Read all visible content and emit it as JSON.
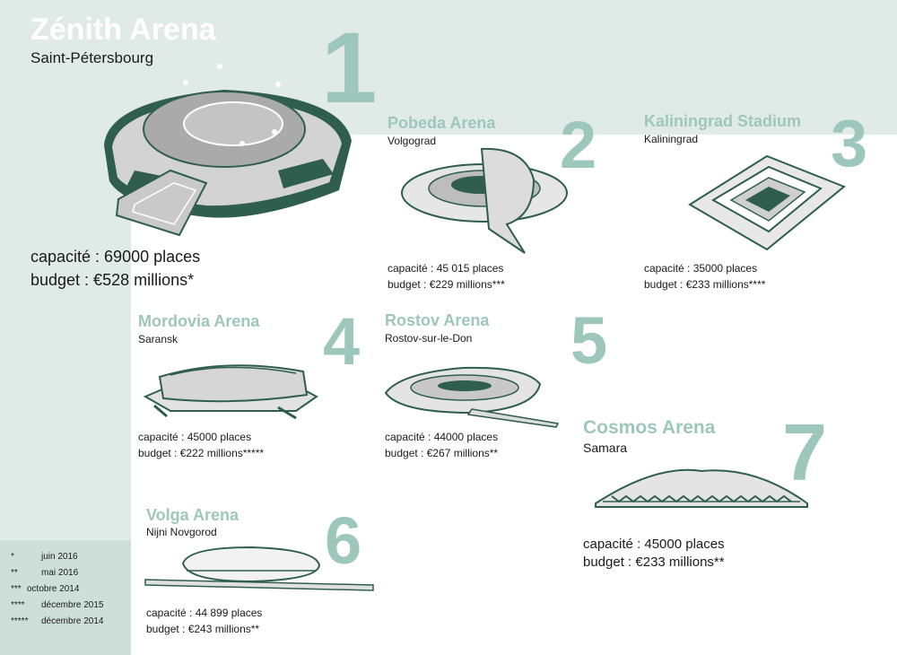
{
  "colors": {
    "panel": "#e0ebe8",
    "panel_dark": "#cedfd9",
    "accent": "#9ec7bb",
    "stadium_dark": "#2f5e4f",
    "stadium_light": "#d3d3d3"
  },
  "stadiums": [
    {
      "number": "1",
      "name": "Zénith Arena",
      "city": "Saint-Pétersbourg",
      "capacity": "capacité : 69000 places",
      "budget": "budget : €528 millions*"
    },
    {
      "number": "2",
      "name": "Pobeda Arena",
      "city": "Volgograd",
      "capacity": "capacité : 45 015 places",
      "budget": "budget : €229 millions***"
    },
    {
      "number": "3",
      "name": "Kaliningrad Stadium",
      "city": "Kaliningrad",
      "capacity": "capacité : 35000 places",
      "budget": "budget :  €233 millions****"
    },
    {
      "number": "4",
      "name": "Mordovia Arena",
      "city": "Saransk",
      "capacity": "capacité : 45000 places",
      "budget": "budget : €222 millions*****"
    },
    {
      "number": "5",
      "name": "Rostov Arena",
      "city": "Rostov-sur-le-Don",
      "capacity": "capacité : 44000 places",
      "budget": "budget : €267 millions**"
    },
    {
      "number": "6",
      "name": "Volga Arena",
      "city": "Nijni Novgorod",
      "capacity": "capacité : 44 899 places",
      "budget": "budget : €243 millions**"
    },
    {
      "number": "7",
      "name": "Cosmos Arena",
      "city": "Samara",
      "capacity": "capacité : 45000 places",
      "budget": "budget : €233 millions**"
    }
  ],
  "footnotes": [
    {
      "mark": "*",
      "text": "juin 2016"
    },
    {
      "mark": "**",
      "text": "mai 2016"
    },
    {
      "mark": "***",
      "text": "octobre 2014"
    },
    {
      "mark": "****",
      "text": "décembre 2015"
    },
    {
      "mark": "*****",
      "text": "décembre 2014"
    }
  ]
}
